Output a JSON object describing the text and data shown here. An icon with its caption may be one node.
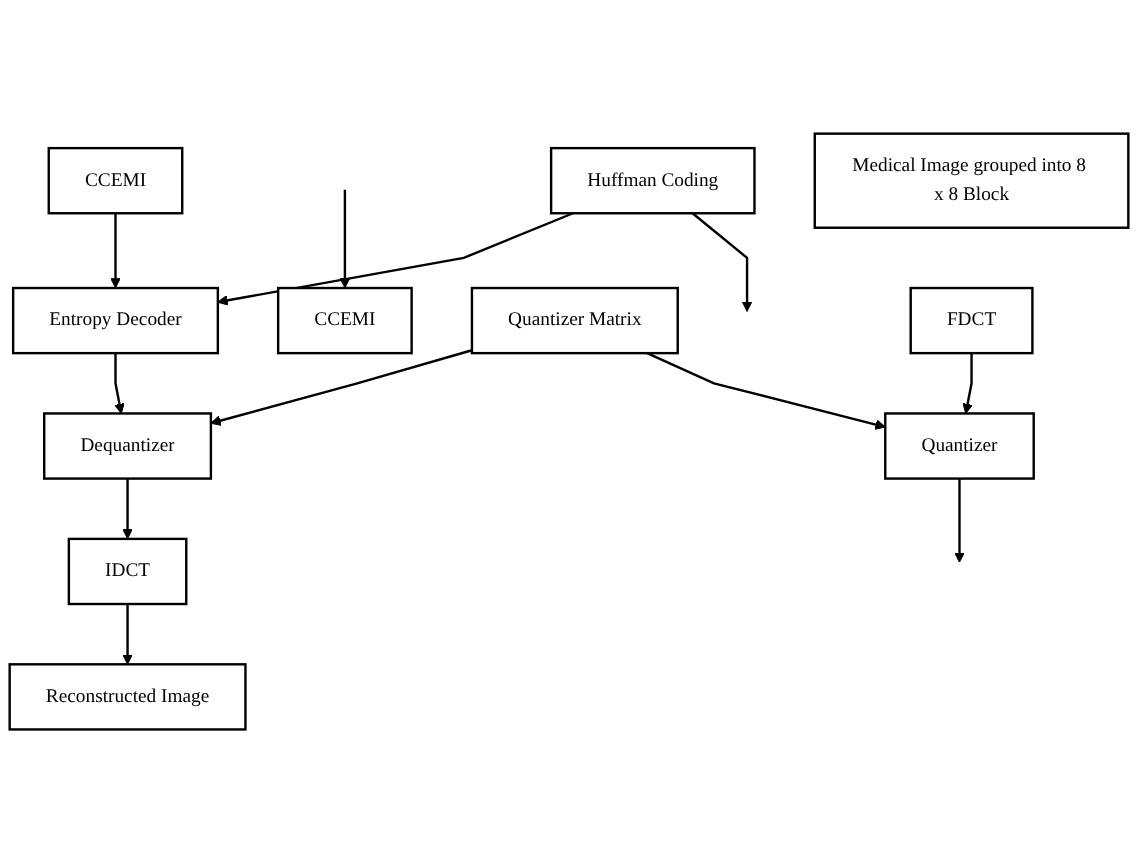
{
  "diagram": {
    "nodes": [
      {
        "text": [
          "Medical Image grouped into 8 x 8 Block"
        ]
      },
      {
        "text": [
          "FDCT"
        ]
      },
      {
        "text": [
          "Quantizer"
        ]
      },
      {
        "text": [
          "CCEMI"
        ]
      },
      {
        "text": [
          "Reconstructed Image"
        ]
      },
      {
        "text": [
          "IDCT"
        ]
      },
      {
        "text": [
          "Quantizer Matrix"
        ]
      },
      {
        "text": [
          "Dequantizer"
        ]
      },
      {
        "text": [
          "Huffman Coding"
        ]
      },
      {
        "text": [
          "Entropy Decoder"
        ]
      },
      {
        "text": [
          "CCEMI"
        ]
      }
    ],
    "edges": [
      {
        "from": 1,
        "to": 2,
        "arrow": "to"
      },
      {
        "from": 2,
        "to": null,
        "arrow": "to"
      },
      {
        "from": null,
        "to": 3,
        "arrow": "to"
      },
      {
        "from": 6,
        "to": 2,
        "arrow": "to"
      },
      {
        "from": 6,
        "to": 7,
        "arrow": "to"
      },
      {
        "from": 8,
        "to": null,
        "arrow": "to"
      },
      {
        "from": 8,
        "to": 9,
        "arrow": "to"
      },
      {
        "from": 10,
        "to": 9,
        "arrow": "to"
      },
      {
        "from": 9,
        "to": 7,
        "arrow": "to"
      },
      {
        "from": 7,
        "to": 5,
        "arrow": "to"
      },
      {
        "from": 5,
        "to": 4,
        "arrow": "to"
      }
    ]
  }
}
